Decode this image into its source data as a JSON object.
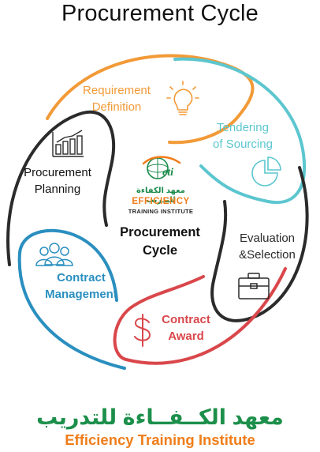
{
  "title": "Procurement Cycle",
  "center": {
    "title_line1": "Procurement",
    "title_line2": "Cycle",
    "logo_mark": "eti",
    "logo_arabic": "معهد الكفاءة للتدريب",
    "logo_english": "EFFICIENCY",
    "logo_subtitle": "TRAINING INSTITUTE"
  },
  "stages": [
    {
      "line1": "Requirement",
      "line2": "Definition",
      "color": "#f29a37",
      "icon": "lightbulb-icon"
    },
    {
      "line1": "Tendering",
      "line2": "of Sourcing",
      "color": "#5cc6cf",
      "icon": "pie-chart-icon"
    },
    {
      "line1": "Evaluation",
      "line2": "&Selection",
      "color": "#2b2b2b",
      "icon": "briefcase-icon"
    },
    {
      "line1": "Contract",
      "line2": "Award",
      "color": "#d9474b",
      "icon": "dollar-icon"
    },
    {
      "line1": "Contract",
      "line2": "Management",
      "color": "#2a8fbf",
      "icon": "people-icon"
    },
    {
      "line1": "Procurement",
      "line2": "Planning",
      "color": "#2b2b2b",
      "icon": "bar-chart-icon"
    }
  ],
  "footer": {
    "arabic": "معهد الكــفــاءة للتدريب",
    "english": "Efficiency Training Institute"
  }
}
